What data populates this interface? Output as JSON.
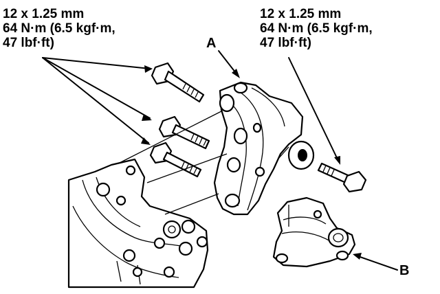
{
  "torque_spec_left": {
    "line1": "12 x 1.25 mm",
    "line2": "64 N·m (6.5 kgf·m,",
    "line3": "47 lbf·ft)"
  },
  "torque_spec_right": {
    "line1": "12 x 1.25 mm",
    "line2": "64 N·m (6.5 kgf·m,",
    "line3": "47 lbf·ft)"
  },
  "callouts": {
    "a": "A",
    "b": "B"
  }
}
